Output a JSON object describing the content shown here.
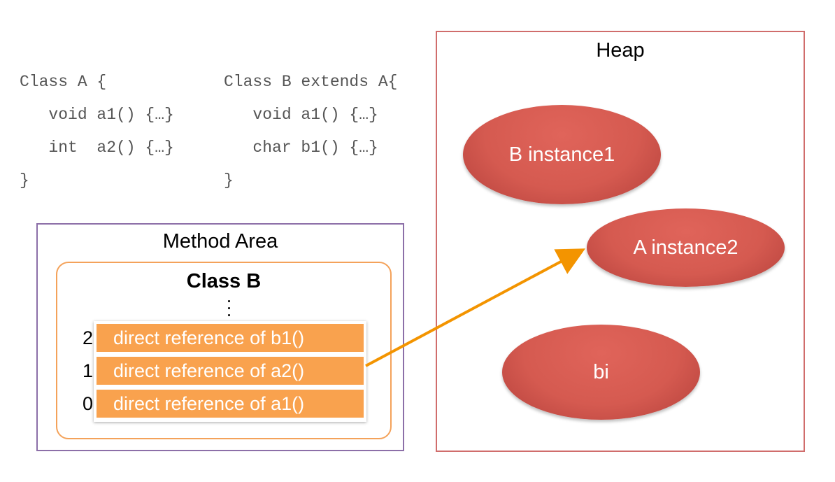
{
  "code": {
    "class_a": "Class A {\n   void a1() {…}\n   int  a2() {…}\n}",
    "class_b": "Class B extends A{\n   void a1() {…}\n   char b1() {…}\n}"
  },
  "method_area": {
    "title": "Method Area",
    "class_box": {
      "title": "Class B",
      "rows": [
        {
          "index": "2",
          "label": "direct reference of b1()"
        },
        {
          "index": "1",
          "label": "direct reference of a2()"
        },
        {
          "index": "0",
          "label": "direct reference of a1()"
        }
      ]
    }
  },
  "heap": {
    "title": "Heap",
    "objects": [
      {
        "label": "B instance1"
      },
      {
        "label": "A instance2"
      },
      {
        "label": "bi"
      }
    ]
  },
  "colors": {
    "method_area_border": "#8c6fa8",
    "class_box_border": "#f4a25a",
    "row_fill": "#f9a24e",
    "heap_border": "#d06d6c",
    "object_fill": "#d55a50",
    "arrow": "#f39400"
  }
}
